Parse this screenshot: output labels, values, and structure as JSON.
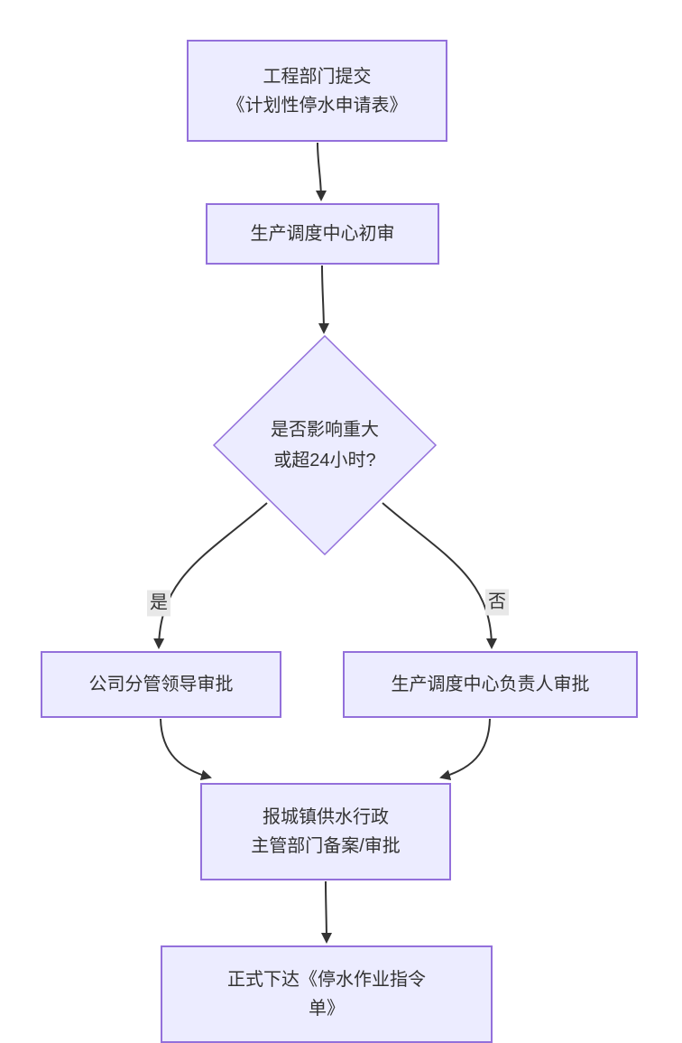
{
  "flowchart": {
    "type": "flowchart-top-down",
    "colors": {
      "node_fill": "#ECECFF",
      "node_border": "#9370DB",
      "line_color": "#333333",
      "text_color": "#333333",
      "label_bg": "#e8e8e8",
      "background": "#ffffff"
    },
    "nodes": {
      "submit": {
        "line1": "工程部门提交",
        "line2": "《计划性停水申请表》"
      },
      "initial_review": {
        "line1": "生产调度中心初审"
      },
      "decision": {
        "line1": "是否影响重大",
        "line2": "或超24小时?"
      },
      "leader_approval": {
        "line1": "公司分管领导审批"
      },
      "dispatch_head_approval": {
        "line1": "生产调度中心负责人审批"
      },
      "authority_filing": {
        "line1": "报城镇供水行政",
        "line2": "主管部门备案/审批"
      },
      "issue_order": {
        "line1": "正式下达《停水作业指令",
        "line2": "单》"
      }
    },
    "edge_labels": {
      "yes": "是",
      "no": "否"
    }
  }
}
